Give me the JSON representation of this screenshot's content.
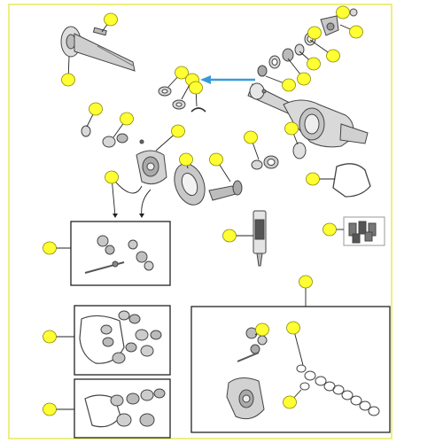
{
  "diagram": {
    "frame_color": "#e8e85a",
    "callout_fill": "#ffff33",
    "callout_stroke": "#8a8a00",
    "line_color": "#222222",
    "arrow_color": "#3a9ad9",
    "leaders": [
      {
        "name": "leader-upper-left",
        "color": "#999999"
      }
    ],
    "inset_boxes": [
      {
        "name": "inset-box-spider-gears"
      },
      {
        "name": "inset-box-gasket-seal-kit"
      },
      {
        "name": "inset-box-bearing-kit"
      },
      {
        "name": "inset-box-limited-slip-kit"
      }
    ],
    "part_icons": [
      "axle-shaft-icon",
      "pinion-bearing-icon",
      "yoke-flange-icon",
      "axle-housing-icon",
      "ring-pinion-icon",
      "differential-case-icon",
      "sealant-tube-icon",
      "bolt-set-icon",
      "clutch-pack-icon"
    ],
    "callouts": [
      {
        "name": "callout-axle-key"
      },
      {
        "name": "callout-axle-shaft"
      },
      {
        "name": "callout-pinion-nut"
      },
      {
        "name": "callout-yoke"
      },
      {
        "name": "callout-pinion-seal"
      },
      {
        "name": "callout-pinion-bearing-outer"
      },
      {
        "name": "callout-slinger"
      },
      {
        "name": "callout-pinion-race"
      },
      {
        "name": "callout-vent"
      },
      {
        "name": "callout-axle-bearing"
      },
      {
        "name": "callout-axle-seal"
      },
      {
        "name": "callout-c-clip"
      },
      {
        "name": "callout-side-bearing-left"
      },
      {
        "name": "callout-side-bearing-race"
      },
      {
        "name": "callout-diff-case"
      },
      {
        "name": "callout-diff-case-assembly"
      },
      {
        "name": "callout-ring-gear"
      },
      {
        "name": "callout-pinion-gear"
      },
      {
        "name": "callout-inner-pinion-bearing"
      },
      {
        "name": "callout-crush-sleeve"
      },
      {
        "name": "callout-spider-kit"
      },
      {
        "name": "callout-cover-gasket"
      },
      {
        "name": "callout-sealant"
      },
      {
        "name": "callout-ring-bolts"
      },
      {
        "name": "callout-seal-kit"
      },
      {
        "name": "callout-bearing-kit"
      },
      {
        "name": "callout-lsd-kit"
      },
      {
        "name": "callout-lsd-case"
      },
      {
        "name": "callout-lsd-clutches"
      },
      {
        "name": "callout-lsd-spring"
      }
    ]
  }
}
